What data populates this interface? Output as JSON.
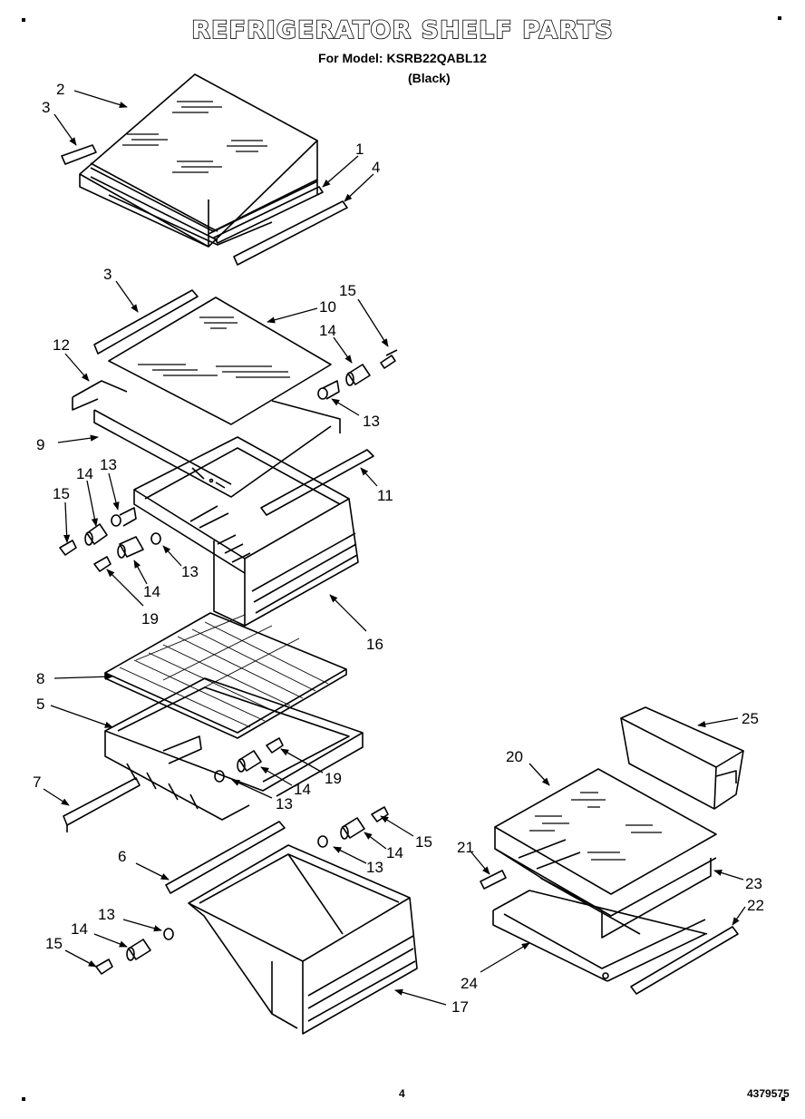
{
  "title": "REFRIGERATOR SHELF PARTS",
  "subtitle": "For Model: KSRB22QABL12",
  "variant": "(Black)",
  "page_number": "4",
  "document_number": "4379575",
  "callouts": [
    {
      "id": "c1",
      "label": "1"
    },
    {
      "id": "c2",
      "label": "2"
    },
    {
      "id": "c3a",
      "label": "3"
    },
    {
      "id": "c3b",
      "label": "3"
    },
    {
      "id": "c4",
      "label": "4"
    },
    {
      "id": "c5",
      "label": "5"
    },
    {
      "id": "c6",
      "label": "6"
    },
    {
      "id": "c7",
      "label": "7"
    },
    {
      "id": "c8",
      "label": "8"
    },
    {
      "id": "c9",
      "label": "9"
    },
    {
      "id": "c10",
      "label": "10"
    },
    {
      "id": "c11",
      "label": "11"
    },
    {
      "id": "c12",
      "label": "12"
    },
    {
      "id": "c13a",
      "label": "13"
    },
    {
      "id": "c13b",
      "label": "13"
    },
    {
      "id": "c13c",
      "label": "13"
    },
    {
      "id": "c13d",
      "label": "13"
    },
    {
      "id": "c13e",
      "label": "13"
    },
    {
      "id": "c13f",
      "label": "13"
    },
    {
      "id": "c14a",
      "label": "14"
    },
    {
      "id": "c14b",
      "label": "14"
    },
    {
      "id": "c14c",
      "label": "14"
    },
    {
      "id": "c14d",
      "label": "14"
    },
    {
      "id": "c14e",
      "label": "14"
    },
    {
      "id": "c14f",
      "label": "14"
    },
    {
      "id": "c15a",
      "label": "15"
    },
    {
      "id": "c15b",
      "label": "15"
    },
    {
      "id": "c15c",
      "label": "15"
    },
    {
      "id": "c15d",
      "label": "15"
    },
    {
      "id": "c16",
      "label": "16"
    },
    {
      "id": "c17",
      "label": "17"
    },
    {
      "id": "c19a",
      "label": "19"
    },
    {
      "id": "c19b",
      "label": "19"
    },
    {
      "id": "c20",
      "label": "20"
    },
    {
      "id": "c21",
      "label": "21"
    },
    {
      "id": "c22",
      "label": "22"
    },
    {
      "id": "c23",
      "label": "23"
    },
    {
      "id": "c24",
      "label": "24"
    },
    {
      "id": "c25",
      "label": "25"
    }
  ]
}
